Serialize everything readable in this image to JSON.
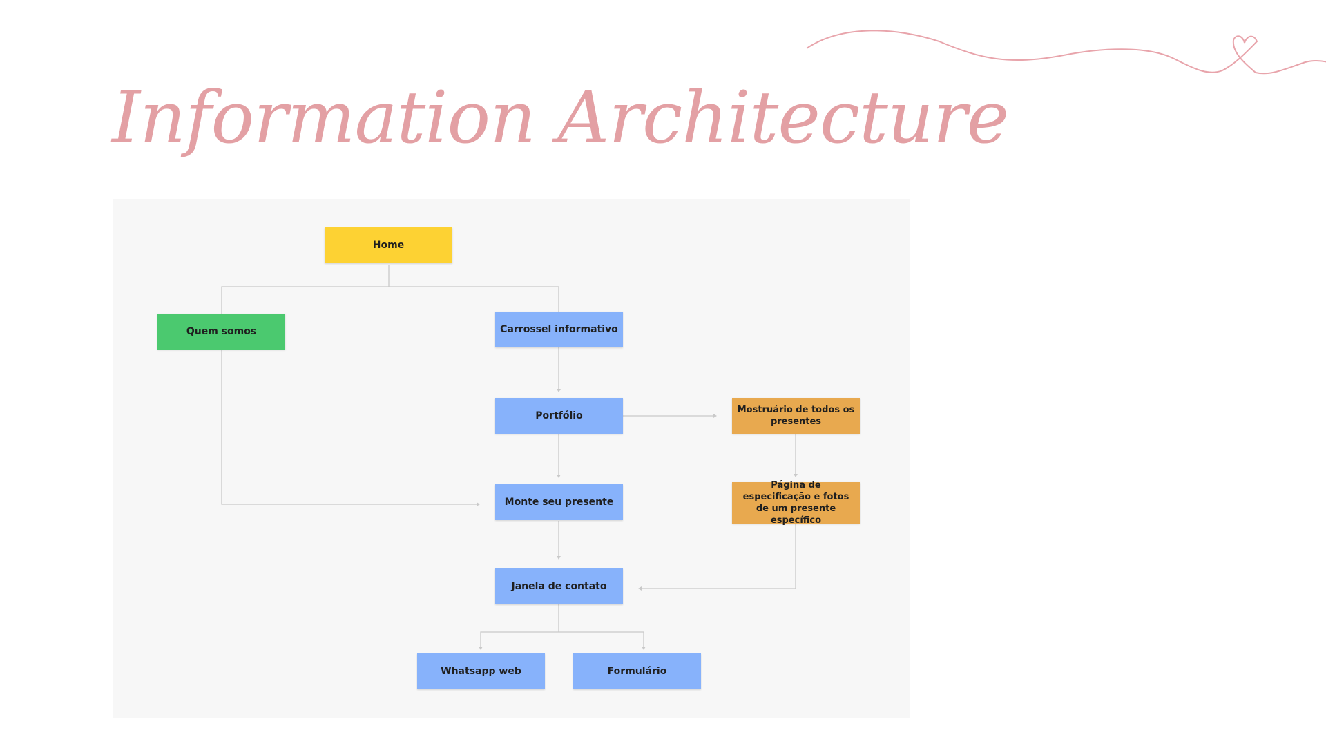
{
  "title": "Information Architecture",
  "diagram": {
    "nodes": {
      "home": "Home",
      "quem_somos": "Quem somos",
      "carrossel": "Carrossel informativo",
      "portfolio": "Portfólio",
      "mostruario": "Mostruário de todos os presentes",
      "monte": "Monte seu presente",
      "pagina_espec": "Página de especificação e fotos de um presente específico",
      "janela": "Janela de contato",
      "whatsapp": "Whatsapp web",
      "formulario": "Formulário"
    },
    "edges": [
      [
        "home",
        "quem_somos"
      ],
      [
        "home",
        "carrossel"
      ],
      [
        "carrossel",
        "portfolio"
      ],
      [
        "portfolio",
        "mostruario"
      ],
      [
        "portfolio",
        "monte"
      ],
      [
        "quem_somos",
        "monte"
      ],
      [
        "mostruario",
        "pagina_espec"
      ],
      [
        "monte",
        "janela"
      ],
      [
        "pagina_espec",
        "janela"
      ],
      [
        "janela",
        "whatsapp"
      ],
      [
        "janela",
        "formulario"
      ]
    ],
    "colors": {
      "home": "#fdd233",
      "quem_somos": "#4bc96f",
      "main_flow": "#87b2fb",
      "gift_pages": "#e8a94f",
      "title": "#e3a0a4"
    }
  }
}
